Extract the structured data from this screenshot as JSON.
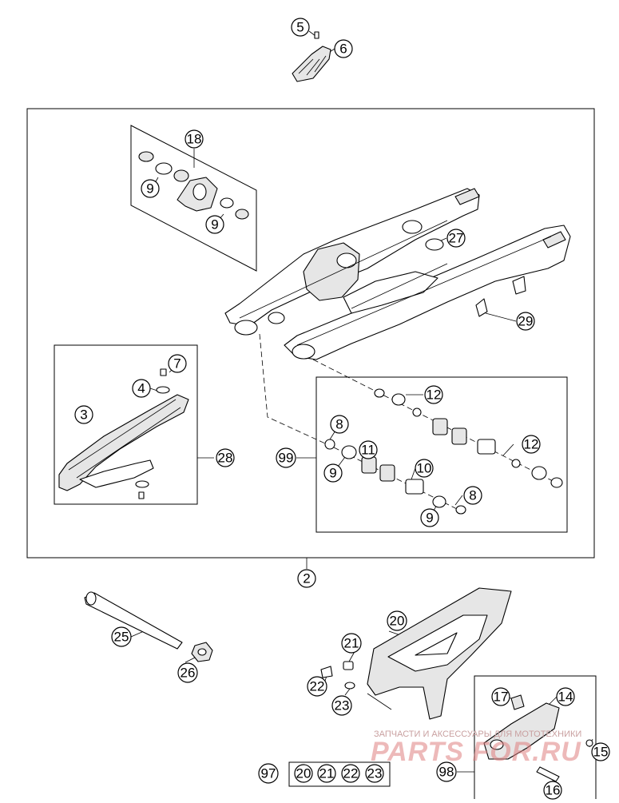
{
  "callouts": {
    "c5": "5",
    "c6": "6",
    "c18": "18",
    "c9a": "9",
    "c9b": "9",
    "c27": "27",
    "c29": "29",
    "c7": "7",
    "c4": "4",
    "c3": "3",
    "c28": "28",
    "c12a": "12",
    "c8a": "8",
    "c11": "11",
    "c99": "99",
    "c9c": "9",
    "c10": "10",
    "c12b": "12",
    "c8b": "8",
    "c9d": "9",
    "c2": "2",
    "c25": "25",
    "c26": "26",
    "c20": "20",
    "c21": "21",
    "c22": "22",
    "c23": "23",
    "c17": "17",
    "c14": "14",
    "c15": "15",
    "c16": "16",
    "c97": "97",
    "k20": "20",
    "k21": "21",
    "k22": "22",
    "k23": "23",
    "c98": "98"
  },
  "watermark": {
    "tagline": "ЗАПЧАСТИ И АКСЕССУАРЫ ДЛЯ МОТОТЕХНИКИ",
    "brand": "PARTS FOR.RU"
  }
}
